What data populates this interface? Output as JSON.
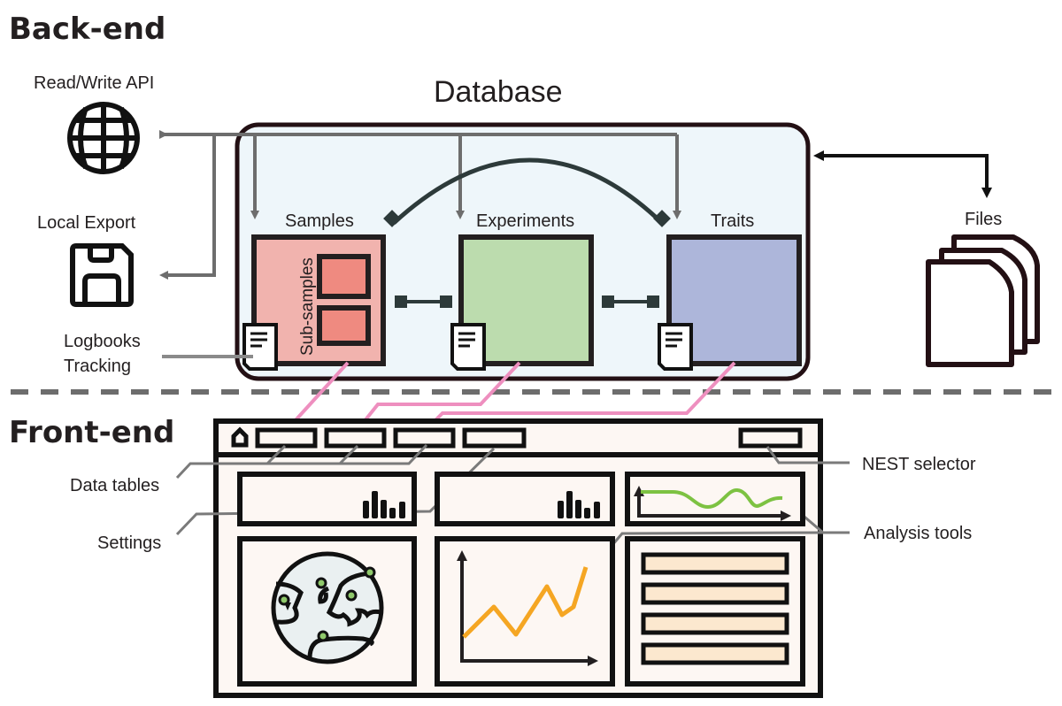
{
  "sections": {
    "backend": "Back-end",
    "frontend": "Front-end"
  },
  "backend": {
    "api_label": "Read/Write API",
    "export_label": "Local Export",
    "logbooks_label_line1": "Logbooks",
    "logbooks_label_line2": "Tracking",
    "database_title": "Database",
    "entities": [
      {
        "name": "Samples",
        "color": "#f1b3ae"
      },
      {
        "name": "Experiments",
        "color": "#bcdcae"
      },
      {
        "name": "Traits",
        "color": "#adb6da"
      }
    ],
    "subsamples_label": "Sub-samples",
    "subsample_color": "#ef8a80",
    "files_label": "Files",
    "database_bg": "#eef6fa"
  },
  "frontend": {
    "callouts": {
      "data_tables": "Data tables",
      "settings": "Settings",
      "nest_selector": "NEST selector",
      "analysis_tools": "Analysis tools"
    },
    "window_bg": "#fdf7f3",
    "nav_tabs": 4,
    "list_rows": 4,
    "list_row_color": "#fce8cf",
    "line_chart_color": "#f5a623",
    "wave_color": "#7dc242",
    "map_pin_color": "#8fc96b",
    "map_fill": "#eaf0f1"
  },
  "colors": {
    "link_pink": "#ee8fbf",
    "connector_gray": "#6d6d6d",
    "dark": "#231f20"
  }
}
